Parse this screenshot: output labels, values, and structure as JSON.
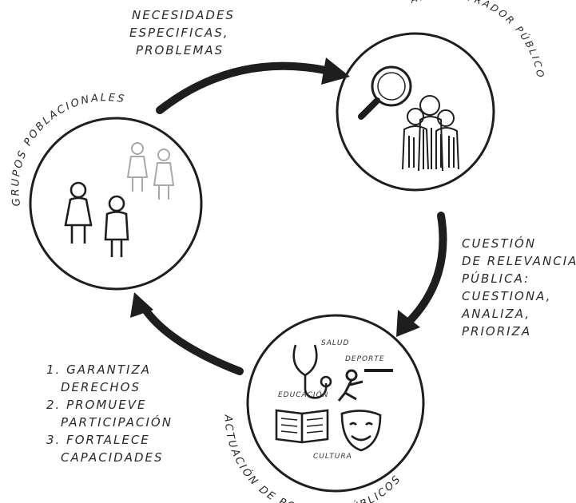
{
  "top_note": [
    "NECESIDADES",
    "ESPECIFICAS,",
    "PROBLEMAS"
  ],
  "right_note": [
    "CUESTIÓN",
    "DE RELEVANCIA",
    "PÚBLICA:",
    "CUESTIONA,",
    "ANALIZA,",
    "PRIORIZA"
  ],
  "left_note": [
    "1. GARANTIZA",
    "DERECHOS",
    "2. PROMUEVE",
    "PARTICIPACIÓN",
    "3. FORTALECE",
    "CAPACIDADES"
  ],
  "circles": {
    "groups": {
      "label": "GRUPOS POBLACIONALES"
    },
    "admin": {
      "label": "ADMINISTRADOR PÚBLICO"
    },
    "powers": {
      "label": "ACTUACIÓN DE PODERES PÚBLICOS",
      "sectors": {
        "health": "SALUD",
        "sport": "DEPORTE",
        "education": "EDUCACIÓN",
        "culture": "CULTURA"
      }
    }
  },
  "colors": {
    "ink": "#1e1e1e",
    "faint": "#9a9a9a"
  }
}
